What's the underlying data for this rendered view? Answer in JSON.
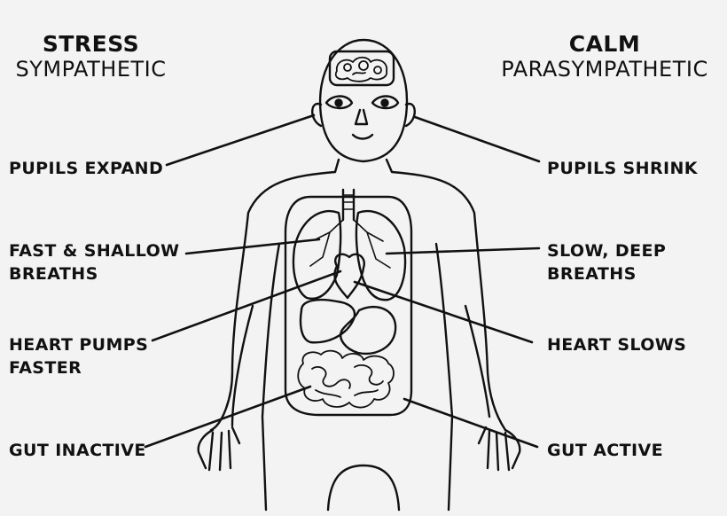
{
  "left_header": {
    "title": "STRESS",
    "subtitle": "SYMPATHETIC"
  },
  "right_header": {
    "title": "CALM",
    "subtitle": "PARASYMPATHETIC"
  },
  "left_labels": {
    "pupils": [
      "PUPILS EXPAND"
    ],
    "breaths": [
      "FAST & SHALLOW",
      "BREATHS"
    ],
    "heart": [
      "HEART PUMPS",
      "FASTER"
    ],
    "gut": [
      "GUT INACTIVE"
    ]
  },
  "right_labels": {
    "pupils": [
      "PUPILS SHRINK"
    ],
    "breaths": [
      "SLOW, DEEP",
      "BREATHS"
    ],
    "heart": [
      "HEART SLOWS"
    ],
    "gut": [
      "GUT ACTIVE"
    ]
  },
  "colors": {
    "background": "#f3f3f3",
    "ink": "#111111"
  }
}
